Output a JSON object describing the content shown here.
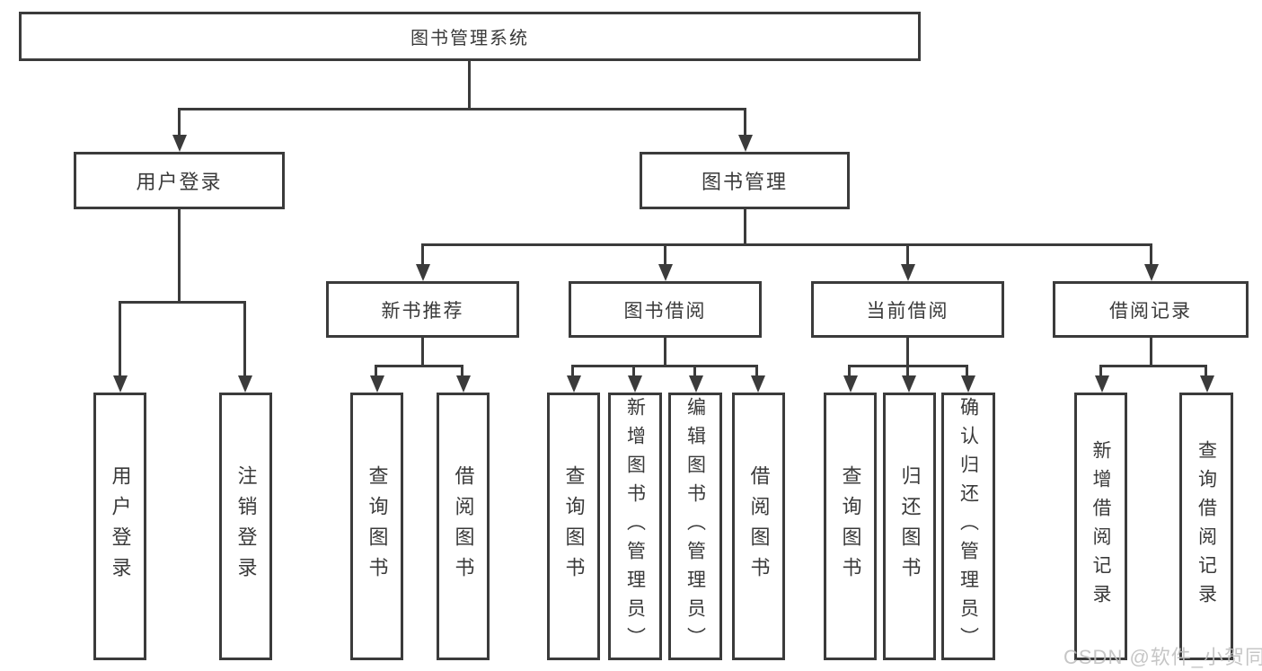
{
  "nodes": {
    "root": {
      "label": "图书管理系统"
    },
    "user_login": {
      "label": "用户登录"
    },
    "book_mgmt": {
      "label": "图书管理"
    },
    "new_book_rec": {
      "label": "新书推荐"
    },
    "book_borrow": {
      "label": "图书借阅"
    },
    "current_borrow": {
      "label": "当前借阅"
    },
    "borrow_record": {
      "label": "借阅记录"
    },
    "leaf_user_login": {
      "label": "用户登录"
    },
    "leaf_logout": {
      "label": "注销登录"
    },
    "leaf_query_book_1": {
      "label": "查询图书"
    },
    "leaf_borrow_book_1": {
      "label": "借阅图书"
    },
    "leaf_query_book_2": {
      "label": "查询图书"
    },
    "leaf_add_book": {
      "label": "新增图书（管理员）"
    },
    "leaf_edit_book": {
      "label": "编辑图书（管理员）"
    },
    "leaf_borrow_book_2": {
      "label": "借阅图书"
    },
    "leaf_query_book_3": {
      "label": "查询图书"
    },
    "leaf_return_book": {
      "label": "归还图书"
    },
    "leaf_confirm_return": {
      "label": "确认归还（管理员）"
    },
    "leaf_add_borrow_record": {
      "label": "新增借阅记录"
    },
    "leaf_query_borrow_record": {
      "label": "查询借阅记录"
    }
  },
  "edges": [
    [
      "图书管理系统",
      "用户登录"
    ],
    [
      "图书管理系统",
      "图书管理"
    ],
    [
      "用户登录",
      "用户登录"
    ],
    [
      "用户登录",
      "注销登录"
    ],
    [
      "图书管理",
      "新书推荐"
    ],
    [
      "图书管理",
      "图书借阅"
    ],
    [
      "图书管理",
      "当前借阅"
    ],
    [
      "图书管理",
      "借阅记录"
    ],
    [
      "新书推荐",
      "查询图书"
    ],
    [
      "新书推荐",
      "借阅图书"
    ],
    [
      "图书借阅",
      "查询图书"
    ],
    [
      "图书借阅",
      "新增图书（管理员）"
    ],
    [
      "图书借阅",
      "编辑图书（管理员）"
    ],
    [
      "图书借阅",
      "借阅图书"
    ],
    [
      "当前借阅",
      "查询图书"
    ],
    [
      "当前借阅",
      "归还图书"
    ],
    [
      "当前借阅",
      "确认归还（管理员）"
    ],
    [
      "借阅记录",
      "新增借阅记录"
    ],
    [
      "借阅记录",
      "查询借阅记录"
    ]
  ],
  "watermark": {
    "text": "CSDN @软件_小贺同学"
  },
  "colors": {
    "line": "#3b3b3b",
    "text": "#3a3a3a",
    "background": "#ffffff",
    "watermark": "#bebebe"
  }
}
